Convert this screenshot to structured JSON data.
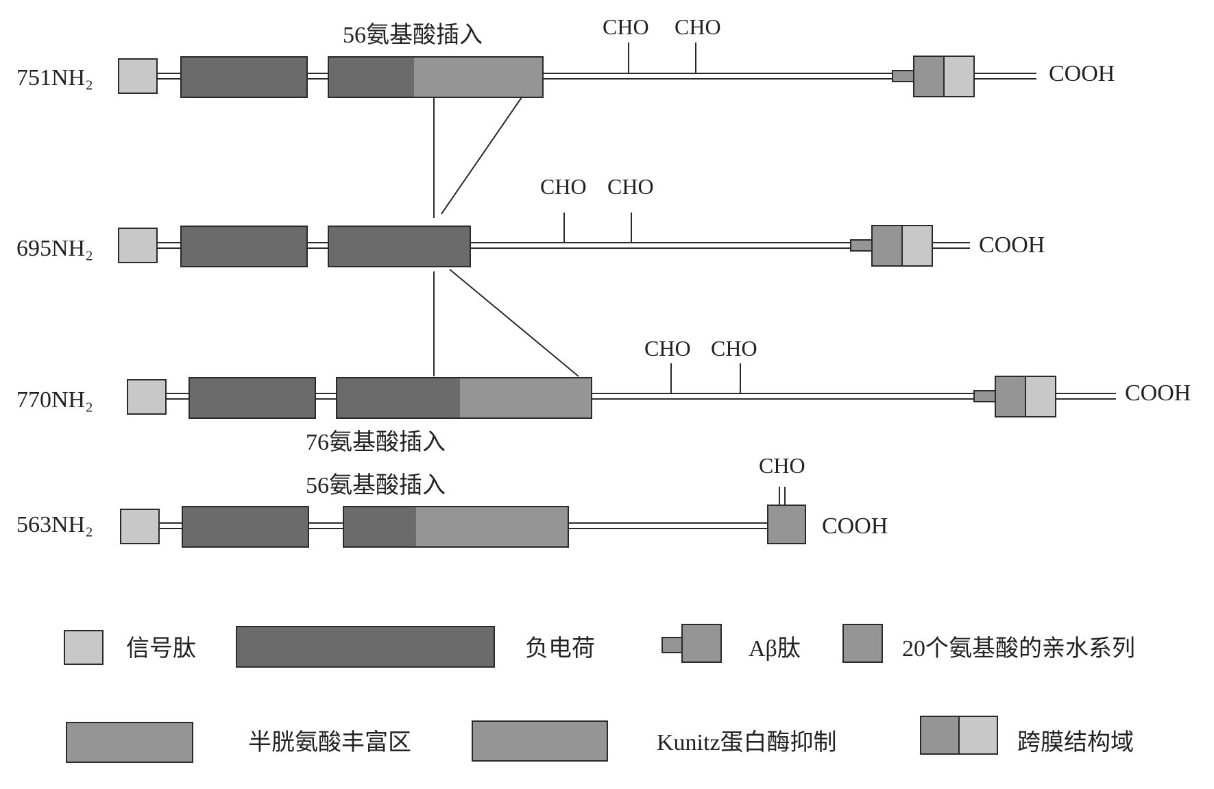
{
  "colors": {
    "signal": "#c8c8c8",
    "negative": "#6b6b6b",
    "cysteine": "#959595",
    "kunitz": "#959595",
    "abeta": "#959595",
    "tm_light": "#c8c8c8",
    "stroke": "#2a2a2a"
  },
  "isoforms": [
    {
      "label": "751NH₂",
      "cooh": "COOH",
      "cho": [
        "CHO",
        "CHO"
      ],
      "insert_label": "56氨基酸插入"
    },
    {
      "label": "695NH₂",
      "cooh": "COOH",
      "cho": [
        "CHO",
        "CHO"
      ]
    },
    {
      "label": "770NH₂",
      "cooh": "COOH",
      "cho": [
        "CHO",
        "CHO"
      ],
      "insert_label": "76氨基酸插入"
    },
    {
      "label": "563NH₂",
      "cooh": "COOH",
      "cho": [
        "CHO"
      ],
      "insert_label": "56氨基酸插入"
    }
  ],
  "legend": {
    "signal_peptide": "信号肽",
    "negative_charge": "负电荷",
    "abeta_peptide": "Aβ肽",
    "hydrophilic_20aa": "20个氨基酸的亲水系列",
    "cysteine_rich": "半胱氨酸丰富区",
    "kunitz_inhibitor": "Kunitz蛋白酶抑制",
    "transmembrane": "跨膜结构域"
  }
}
